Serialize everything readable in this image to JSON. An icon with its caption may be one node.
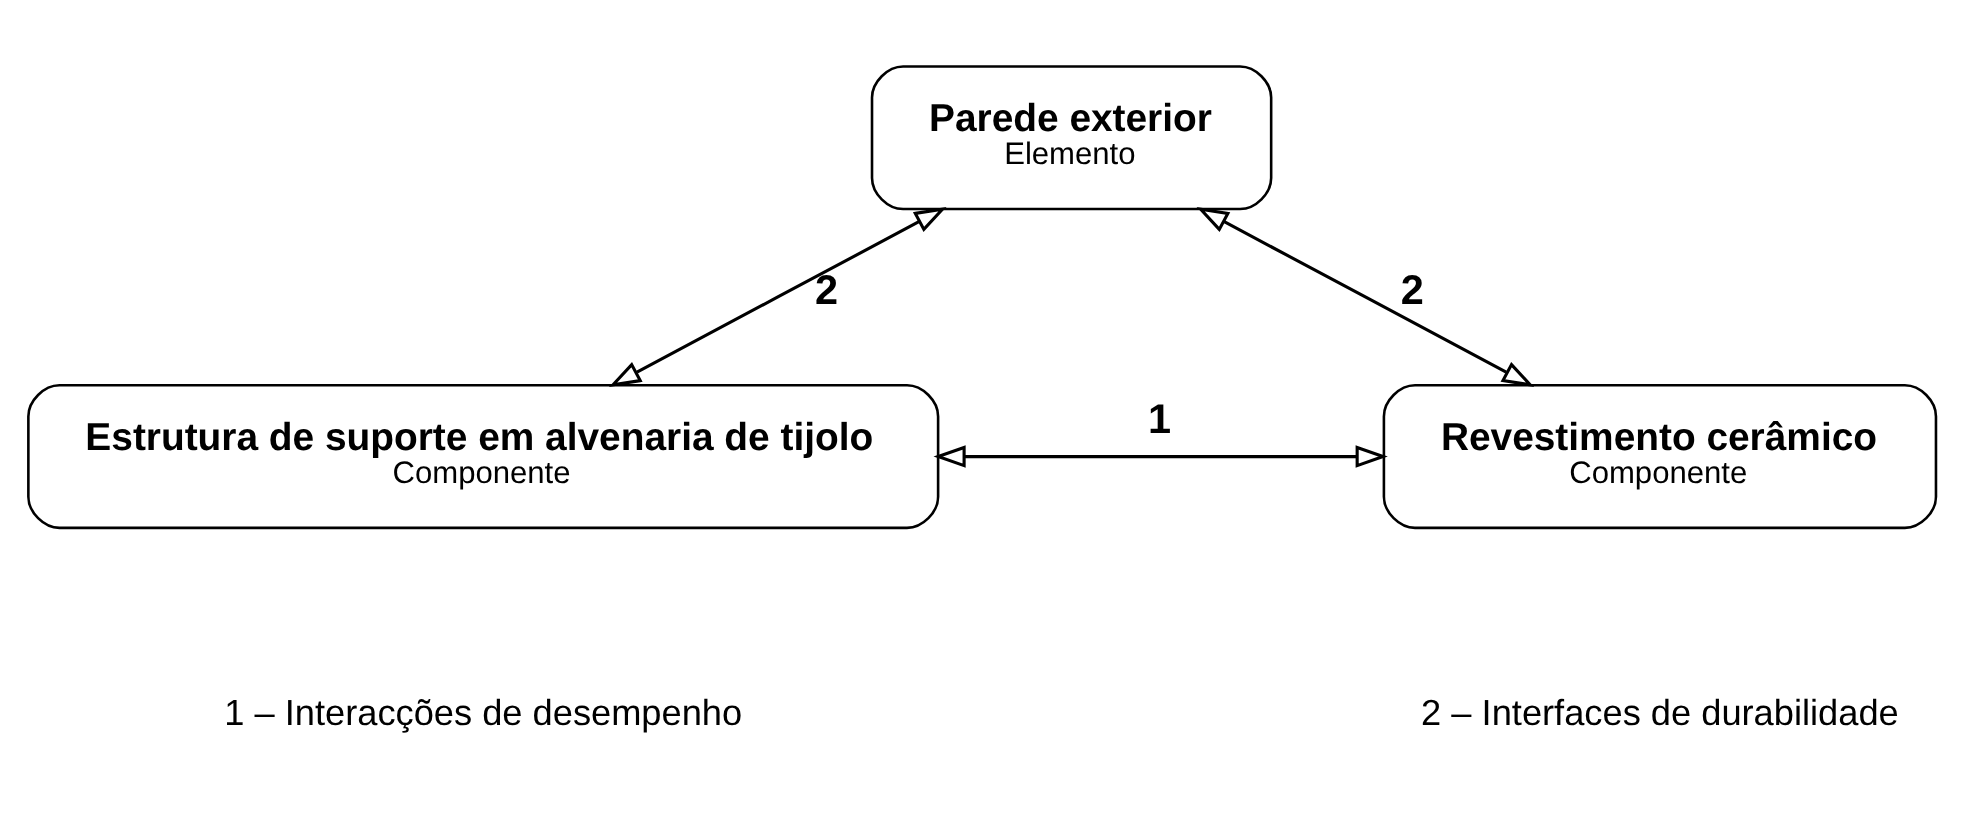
{
  "diagram": {
    "nodes": [
      {
        "text": [
          "Parede exterior",
          "Elemento"
        ]
      },
      {
        "text": [
          "Estrutura de suporte em alvenaria de tijolo",
          "Componente"
        ]
      },
      {
        "text": [
          "Revestimento cerâmico",
          "Componente"
        ]
      }
    ],
    "edges": [
      {
        "from": 0,
        "to": 1,
        "arrow": "both",
        "label": "2"
      },
      {
        "from": 0,
        "to": 2,
        "arrow": "both",
        "label": "2"
      },
      {
        "from": 1,
        "to": 2,
        "arrow": "both",
        "label": "1"
      }
    ],
    "labels": [
      "1 – Interacções de desempenho",
      "2 – Interfaces de durabilidade"
    ]
  }
}
